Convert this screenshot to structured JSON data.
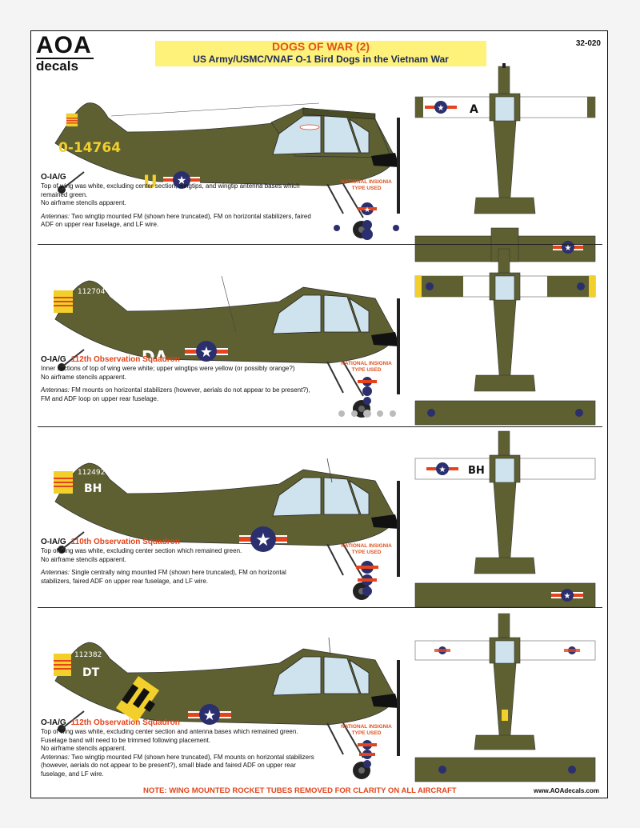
{
  "header": {
    "logo_top": "AOA",
    "logo_bottom": "decals",
    "code": "32-020",
    "title": "DOGS OF WAR (2)",
    "subtitle": "US Army/USMC/VNAF O-1 Bird Dogs in the Vietnam War"
  },
  "colors": {
    "olive": "#5e6032",
    "yellow": "#f2cf2a",
    "insignia_blue": "#2b2f6e",
    "insignia_red": "#e3441b",
    "accent_text": "#e3441b"
  },
  "ni_label_1": "NATIONAL INSIGNIA",
  "ni_label_2": "TYPE USED",
  "sections": [
    {
      "serial": "0-14764",
      "code": "U",
      "wing_code": "A",
      "type": "O-IA/G",
      "squadron": "",
      "desc_lines": [
        "Top of wing was white, excluding center section, wingtips, and wingtip antenna bases which remained green.",
        "No airframe stencils apparent."
      ],
      "antennas_label": "Antennas:",
      "antennas_text": "Two wingtip mounted FM (shown here truncated), FM on horizontal stabilizers, faired ADF on upper rear fuselage, and LF wire."
    },
    {
      "serial": "112704",
      "code": "DA",
      "wing_code": "",
      "type": "O-IA/G",
      "squadron": "112th Observation Squadron",
      "desc_lines": [
        "Inner sections of top of wing were white; upper wingtips were yellow (or possibly orange?)",
        "No airframe stencils apparent."
      ],
      "antennas_label": "Antennas:",
      "antennas_text": "FM mounts on horizontal stabilizers (however, aerials do not appear to be present?), FM and ADF loop on upper rear fuselage."
    },
    {
      "serial": "112492",
      "code": "BH",
      "wing_code": "BH",
      "type": "O-IA/G",
      "squadron": "110th Observation Squadron",
      "desc_lines": [
        "Top of wing was white, excluding center section which remained green.",
        "No airframe stencils apparent."
      ],
      "antennas_label": "Antennas:",
      "antennas_text": "Single centrally wing mounted FM (shown here truncated), FM on horizontal stabilizers, faired ADF on upper rear fuselage, and LF wire."
    },
    {
      "serial": "112382",
      "code": "DT",
      "wing_code": "",
      "type": "O-IA/G",
      "squadron": "112th Observation Squadron",
      "desc_lines": [
        "Top of wing was white, excluding center section and antenna bases which remained green.",
        "Fuselage band will need to be trimmed following placement.",
        "No airframe stencils apparent."
      ],
      "antennas_label": "Antennas:",
      "antennas_text": "Two wingtip mounted FM (shown here truncated), FM mounts on horizontal stabilizers (however, aerials do not appear to be present?), small blade and faired ADF on upper rear fuselage, and LF wire."
    }
  ],
  "footer": {
    "note": "NOTE: WING MOUNTED ROCKET TUBES REMOVED FOR CLARITY ON ALL AIRCRAFT",
    "website": "www.AOAdecals.com"
  }
}
